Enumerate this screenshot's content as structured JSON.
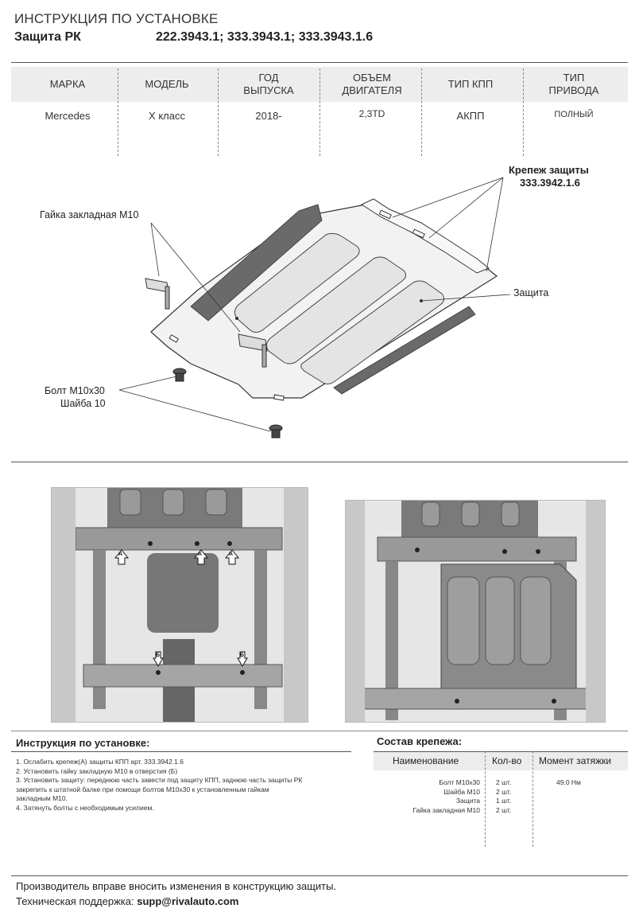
{
  "header": {
    "title": "ИНСТРУКЦИЯ ПО УСТАНОВКЕ",
    "product": "Защита РК",
    "codes": "222.3943.1; 333.3943.1; 333.3943.1.6"
  },
  "spec": {
    "headers": [
      "МАРКА",
      "МОДЕЛЬ",
      "ГОД ВЫПУСКА",
      "ОБЪЕМ ДВИГАТЕЛЯ",
      "ТИП КПП",
      "ТИП ПРИВОДА"
    ],
    "values": [
      "Mercedes",
      "X класс",
      "2018-",
      "2,3TD",
      "АКПП",
      "ПОЛНЫЙ"
    ]
  },
  "diagram": {
    "fastener_label": "Крепеж защиты",
    "fastener_code": "333.3942.1.6",
    "nut_label": "Гайка закладная М10",
    "shield_label": "Защита",
    "bolt_label": "Болт М10х30",
    "washer_label": "Шайба 10"
  },
  "photos": {
    "marker_a": "А",
    "marker_b": "Б"
  },
  "instructions": {
    "title": "Инструкция по установке:",
    "steps": [
      "1. Ослабить крепеж(А) защиты КПП арт. 333.3942.1.6",
      "2. Установить гайку закладную М10 в отверстия (Б)",
      "3. Установить защиту: переднюю часть завести под защиту КПП, заднюю часть защиты РК",
      "закрепить к штатной балке при помощи болтов М10х30 к установленным гайкам",
      "закладным М10.",
      "4. Затянуть болты с необходимым усилием."
    ]
  },
  "fasteners": {
    "title": "Состав крепежа:",
    "headers": [
      "Наименование",
      "Кол-во",
      "Момент затяжки"
    ],
    "names": [
      "Болт М10х30",
      "Шайба М10",
      "Защита",
      "Гайка закладная М10"
    ],
    "qty": [
      "2 шт.",
      "2 шт.",
      "1 шт.",
      "2 шт."
    ],
    "torque": "49.0 Нм"
  },
  "footer": {
    "notice": "Производитель вправе вносить изменения в конструкцию защиты.",
    "support_label": "Техническая поддержка:",
    "support_email": "supp@rivalauto.com"
  }
}
